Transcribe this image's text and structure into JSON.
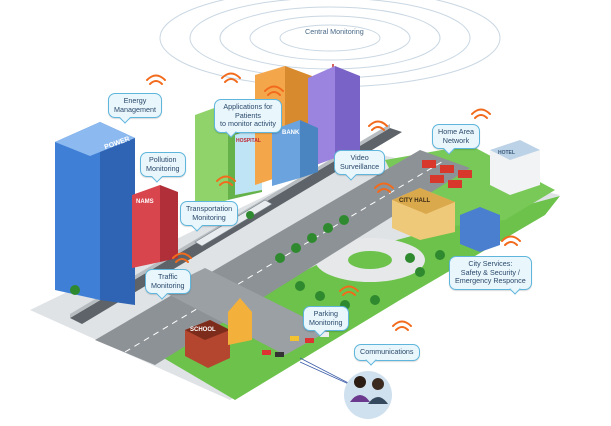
{
  "central_label": "Central Monitoring",
  "callouts": {
    "energy": "Energy\nManagement",
    "patients": "Applications for\nPatients\nto monitor activity",
    "pollution": "Pollution\nMonitoring",
    "video": "Video\nSurveillance",
    "home": "Home Area\nNetwork",
    "transport": "Transportation\nMonitoring",
    "traffic": "Traffic\nMonitoring",
    "parking": "Parking\nMonitoring",
    "city_services": "City Services:\nSafety & Security /\nEmergency Responce",
    "communications": "Communications"
  },
  "signs": {
    "power": "POWER",
    "nams": "NAMS",
    "hospital": "HOSPITAL",
    "bank": "BANK",
    "city_hall": "CITY HALL",
    "school": "SCHOOL",
    "hotel": "HOTEL"
  },
  "colors": {
    "road": "#8d9296",
    "grass": "#6cc24a",
    "callout_border": "#5fb6dc",
    "callout_fill": "#e9f6fc",
    "wifi": "#f26b1d"
  }
}
